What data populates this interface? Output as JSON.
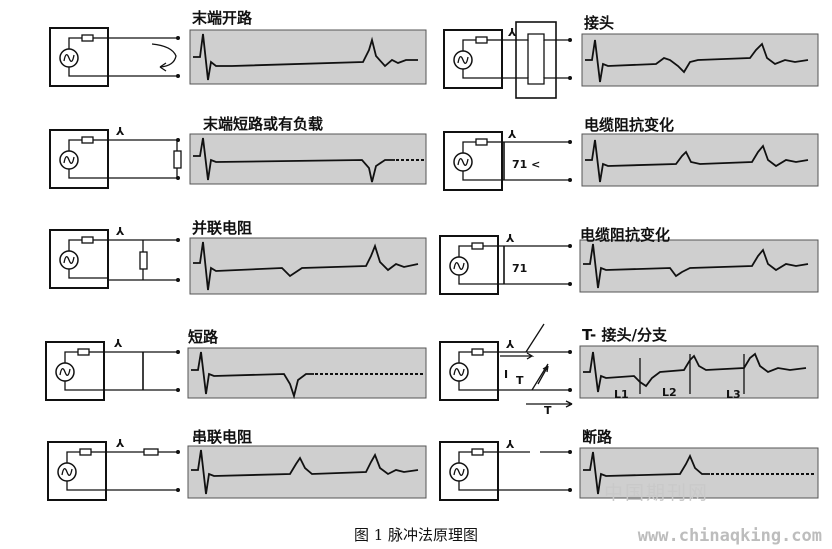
{
  "caption": "图 1  脉冲法原理图",
  "watermark": {
    "cn": "中国期刊网",
    "url": "www.chinaqking.com"
  },
  "pulse_mark": "⅄",
  "panels": [
    {
      "key": "open",
      "label": "末端开路"
    },
    {
      "key": "short_load",
      "label": "末端短路或有负载"
    },
    {
      "key": "parallel",
      "label": "并联电阻"
    },
    {
      "key": "short",
      "label": "短路"
    },
    {
      "key": "series",
      "label": "串联电阻"
    },
    {
      "key": "joint",
      "label": "接头"
    },
    {
      "key": "imp1",
      "label": "电缆阻抗变化",
      "inner": "71  <"
    },
    {
      "key": "imp2",
      "label": "电缆阻抗变化",
      "inner": "71"
    },
    {
      "key": "tjoint",
      "label": "T-  接头/分支",
      "segments": [
        "L1",
        "L2",
        "L3"
      ],
      "inner": [
        "I",
        "T",
        "T"
      ]
    },
    {
      "key": "break",
      "label": "断路"
    }
  ]
}
